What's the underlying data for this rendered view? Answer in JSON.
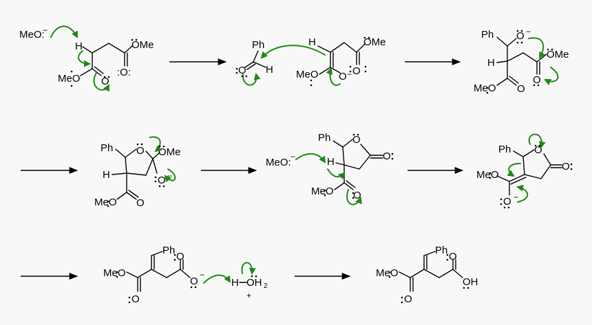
{
  "scheme": {
    "row1": {
      "s1": {
        "meo_anion": "MeO:",
        "charge": "−",
        "h": "H",
        "ome": "OMe",
        "o_carbonyl": ":O:",
        "meo": "MeO",
        "o": "O"
      },
      "s2": {
        "ph": "Ph",
        "o": "O",
        "h": "H",
        "h2": "H",
        "ome": "OMe",
        "meo": "MeO",
        "o_enolate": "O",
        "charge": "−"
      },
      "s3": {
        "ph": "Ph",
        "o_alkoxide": "O",
        "charge": "−",
        "h": "H",
        "ome": "OMe",
        "o_carbonyl": "O",
        "meo": "MeO",
        "o": "O"
      }
    },
    "row2": {
      "s4": {
        "ph": "Ph",
        "o_ring": "O",
        "ome": "OMe",
        "h": "H",
        "o_alkoxide": "O",
        "charge": "−",
        "meo": "MeO",
        "o": "O"
      },
      "s5": {
        "meo_anion": "MeO:",
        "charge": "−",
        "ph": "Ph",
        "o_ring": "O",
        "o_carbonyl": "O",
        "h": "H",
        "meo": "MeO",
        "o": "O"
      },
      "s6": {
        "ph": "Ph",
        "o_ring": "O",
        "o_carbonyl": "O",
        "meo": "MeO",
        "o_enolate": "O",
        "charge": "−"
      }
    },
    "row3": {
      "s7": {
        "ph": "Ph",
        "o_carbonyl": "O",
        "meo": "MeO",
        "o_carboxylate": "O",
        "charge": "−",
        "o": "O"
      },
      "water": {
        "h": "H",
        "oh": "OH",
        "sub": "2",
        "charge": "+"
      },
      "s8": {
        "ph": "Ph",
        "o_carbonyl": "O",
        "meo": "MeO",
        "oh": "OH",
        "o": "O"
      }
    }
  }
}
